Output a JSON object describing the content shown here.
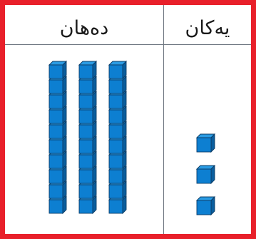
{
  "table": {
    "headers": {
      "tens": "دەهان",
      "ones": "یەکان"
    }
  },
  "place_value": {
    "tens_rods": 3,
    "ones_cubes": 3,
    "cubes_per_rod": 10
  },
  "colors": {
    "frame": "#e8202a",
    "grid_line": "#6e7680",
    "block_front": "#0d7fd1",
    "block_top": "#2a9be3",
    "block_side": "#0a5e9e",
    "block_edge": "#0b3c66"
  }
}
